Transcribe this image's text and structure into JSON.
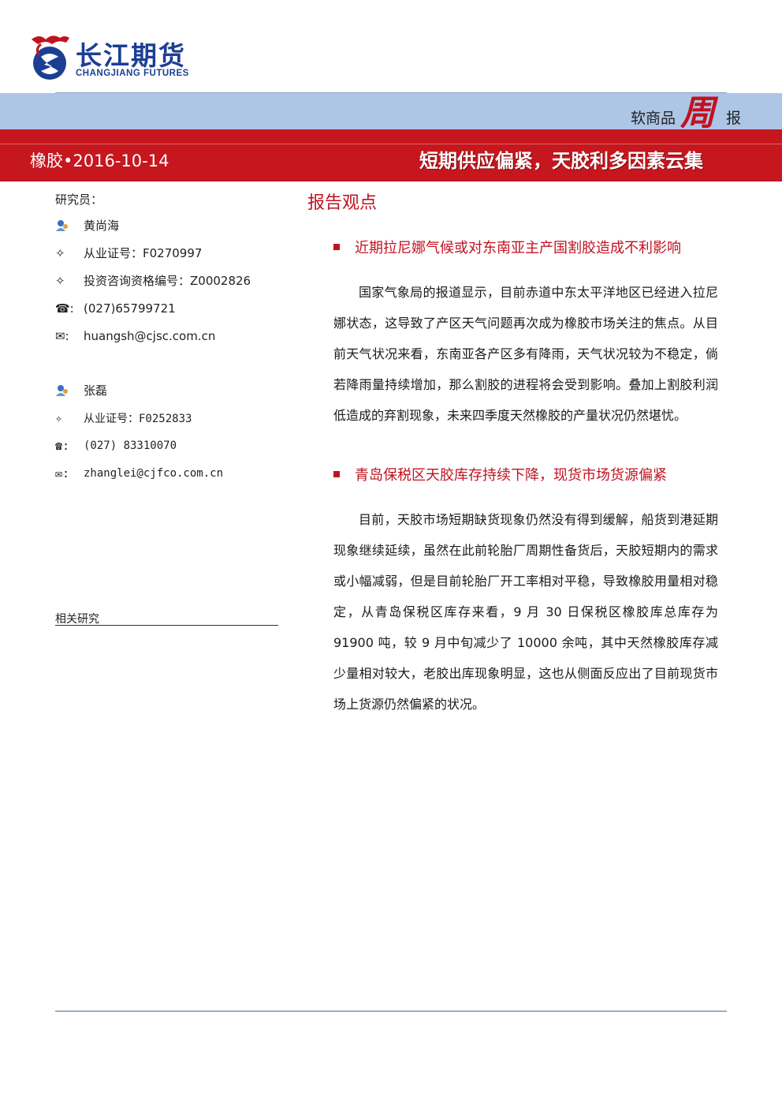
{
  "brand": {
    "name_cn": "长江期货",
    "name_en": "CHANGJIANG FUTURES",
    "color": "#1c3f94",
    "accent": "#c1121f"
  },
  "header": {
    "report_type": {
      "prefix": "软商品",
      "highlight": "周",
      "suffix": "报"
    },
    "issue": "橡胶•2016-10-14",
    "headline": "短期供应偏紧，天胶利多因素云集",
    "band_colors": {
      "blue": "#adc6e6",
      "red": "#c6161e"
    }
  },
  "sidebar": {
    "researchers_label": "研究员：",
    "researchers": [
      {
        "name": "黄尚海",
        "license": "从业证号：F0270997",
        "advisory": "投资咨询资格编号：Z0002826",
        "phone": "(027)65799721",
        "email": "huangsh@cjsc.com.cn"
      },
      {
        "name": "张磊",
        "license": "从业证号：F0252833",
        "phone": "(027) 83310070",
        "email": "zhanglei@cjfco.com.cn"
      }
    ],
    "icons": {
      "person": "person-icon",
      "bullet": "diamond-star-icon",
      "phone": "phone-icon",
      "email": "envelope-icon"
    },
    "related_label": "相关研究"
  },
  "main": {
    "title": "报告观点",
    "sections": [
      {
        "heading": "近期拉尼娜气候或对东南亚主产国割胶造成不利影响",
        "body": "国家气象局的报道显示，目前赤道中东太平洋地区已经进入拉尼娜状态，这导致了产区天气问题再次成为橡胶市场关注的焦点。从目前天气状况来看，东南亚各产区多有降雨，天气状况较为不稳定，倘若降雨量持续增加，那么割胶的进程将会受到影响。叠加上割胶利润低造成的弃割现象，未来四季度天然橡胶的产量状况仍然堪忧。"
      },
      {
        "heading": "青岛保税区天胶库存持续下降，现货市场货源偏紧",
        "body": "目前，天胶市场短期缺货现象仍然没有得到缓解，船货到港延期现象继续延续，虽然在此前轮胎厂周期性备货后，天胶短期内的需求或小幅减弱，但是目前轮胎厂开工率相对平稳，导致橡胶用量相对稳定，从青岛保税区库存来看，9 月 30 日保税区橡胶库总库存为 91900 吨，较 9 月中旬减少了 10000 余吨，其中天然橡胶库存减少量相对较大，老胶出库现象明显，这也从侧面反应出了目前现货市场上货源仍然偏紧的状况。"
      }
    ]
  }
}
